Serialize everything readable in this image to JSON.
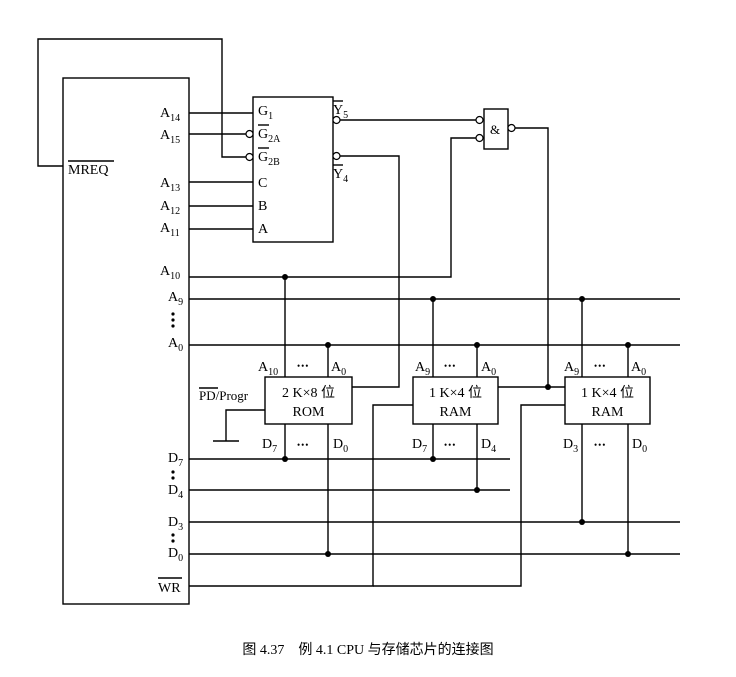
{
  "cpu": {
    "pins": {
      "a14": {
        "main": "A",
        "sub": "14"
      },
      "a15": {
        "main": "A",
        "sub": "15"
      },
      "a13": {
        "main": "A",
        "sub": "13"
      },
      "a12": {
        "main": "A",
        "sub": "12"
      },
      "a11": {
        "main": "A",
        "sub": "11"
      },
      "a10": {
        "main": "A",
        "sub": "10"
      },
      "a9": {
        "main": "A",
        "sub": "9"
      },
      "a0": {
        "main": "A",
        "sub": "0"
      },
      "d7": {
        "main": "D",
        "sub": "7"
      },
      "d4": {
        "main": "D",
        "sub": "4"
      },
      "d3": {
        "main": "D",
        "sub": "3"
      },
      "d0": {
        "main": "D",
        "sub": "0"
      }
    },
    "mreq": "MREQ",
    "wr": "WR"
  },
  "decoder": {
    "g1": {
      "main": "G",
      "sub": "1"
    },
    "g2a": {
      "main": "G",
      "sub": "2A"
    },
    "g2b": {
      "main": "G",
      "sub": "2B"
    },
    "c": "C",
    "b": "B",
    "a": "A",
    "y5": {
      "main": "Y",
      "sub": "5"
    },
    "y4": {
      "main": "Y",
      "sub": "4"
    }
  },
  "and_gate": {
    "label": "&"
  },
  "ellipsis": "•••",
  "pd_progr": {
    "overline": "PD",
    "rest": "/Progr"
  },
  "rom": {
    "line1": "2 K×8 位",
    "line2": "ROM",
    "addr_hi": {
      "main": "A",
      "sub": "10"
    },
    "addr_lo": {
      "main": "A",
      "sub": "0"
    },
    "data_hi": {
      "main": "D",
      "sub": "7"
    },
    "data_lo": {
      "main": "D",
      "sub": "0"
    }
  },
  "ram1": {
    "line1": "1 K×4 位",
    "line2": "RAM",
    "addr_hi": {
      "main": "A",
      "sub": "9"
    },
    "addr_lo": {
      "main": "A",
      "sub": "0"
    },
    "data_hi": {
      "main": "D",
      "sub": "7"
    },
    "data_lo": {
      "main": "D",
      "sub": "4"
    }
  },
  "ram2": {
    "line1": "1 K×4 位",
    "line2": "RAM",
    "addr_hi": {
      "main": "A",
      "sub": "9"
    },
    "addr_lo": {
      "main": "A",
      "sub": "0"
    },
    "data_hi": {
      "main": "D",
      "sub": "3"
    },
    "data_lo": {
      "main": "D",
      "sub": "0"
    }
  },
  "caption": "图 4.37　例 4.1 CPU 与存储芯片的连接图"
}
